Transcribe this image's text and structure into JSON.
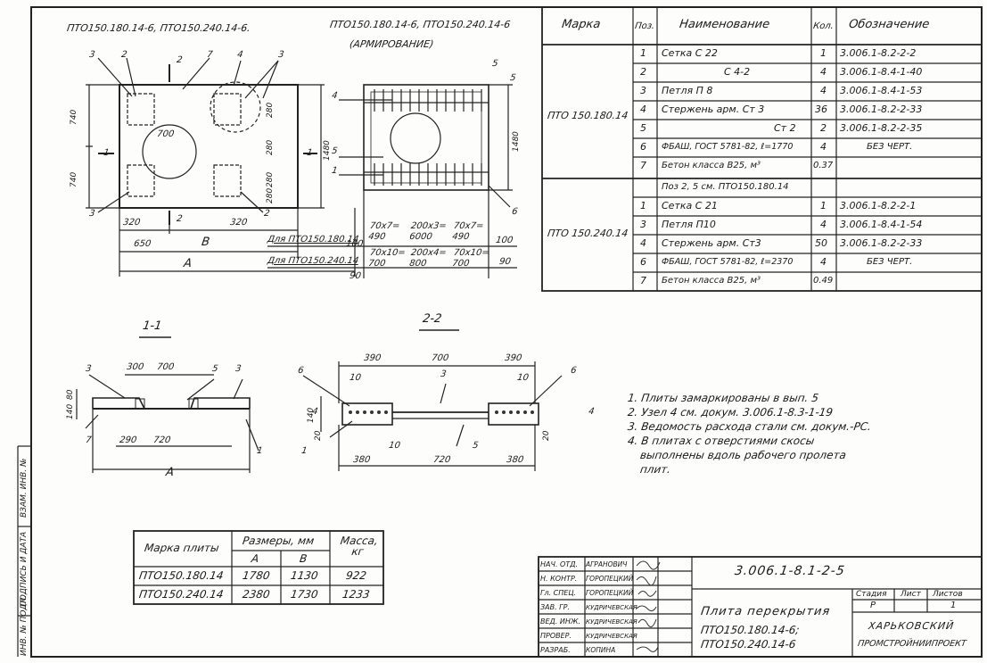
{
  "plan": {
    "title": "ПТО150.180.14-6, ПТО150.240.14-6.",
    "callouts": [
      "3",
      "2",
      "2",
      "7",
      "4",
      "3",
      "1",
      "1",
      "2",
      "3",
      "2"
    ],
    "dims": [
      "740",
      "740",
      "1480",
      "700",
      "320",
      "320",
      "650",
      "В",
      "А",
      "280",
      "280",
      "280",
      "280"
    ]
  },
  "arm": {
    "title": "ПТО150.180.14-6, ПТО150.240.14-6",
    "subtitle": "(АРМИРОВАНИЕ)",
    "callouts": [
      "4",
      "5",
      "1",
      "6",
      "5",
      "5"
    ],
    "height": "1480",
    "row1_label": "Для ПТО150.180.14",
    "row2_label": "Для ПТО150.240.14",
    "row1": [
      "70x7= 490",
      "200x3= 6000",
      "70x7= 490"
    ],
    "row2": [
      "70x10= 700",
      "200x4= 800",
      "70x10= 700"
    ],
    "ends": [
      "100",
      "100",
      "90",
      "90"
    ]
  },
  "spec": {
    "headers": [
      "Марка",
      "Поз.",
      "Наименование",
      "Кол.",
      "Обозначение"
    ],
    "groups": [
      {
        "mark": "ПТО 150.180.14",
        "rows": [
          [
            "1",
            "Сетка С 22",
            "1",
            "3.006.1-8.2-2-2"
          ],
          [
            "2",
            "С 4-2",
            "4",
            "3.006.1-8.4-1-40"
          ],
          [
            "3",
            "Петля П 8",
            "4",
            "3.006.1-8.4-1-53"
          ],
          [
            "4",
            "Стержень арм. Ст 3",
            "36",
            "3.006.1-8.2-2-33"
          ],
          [
            "5",
            "Ст 2",
            "2",
            "3.006.1-8.2-2-35"
          ],
          [
            "6",
            "ФБАШ, ГОСТ 5781-82, ℓ=1770",
            "4",
            "БЕЗ ЧЕРТ."
          ],
          [
            "7",
            "Бетон класса В25, м³",
            "0.37",
            ""
          ]
        ]
      },
      {
        "mark": "ПТО 150.240.14",
        "rows": [
          [
            "",
            "Поз 2, 5 см. ПТО150.180.14",
            "",
            ""
          ],
          [
            "1",
            "Сетка С 21",
            "1",
            "3.006.1-8.2-2-1"
          ],
          [
            "3",
            "Петля П10",
            "4",
            "3.006.1-8.4-1-54"
          ],
          [
            "4",
            "Стержень арм. Ст3",
            "50",
            "3.006.1-8.2-2-33"
          ],
          [
            "6",
            "ФБАШ, ГОСТ 5781-82, ℓ=2370",
            "4",
            "БЕЗ ЧЕРТ."
          ],
          [
            "7",
            "Бетон класса В25, м³",
            "0.49",
            ""
          ]
        ]
      }
    ]
  },
  "sec1": {
    "title": "1-1",
    "dims": [
      "300",
      "700",
      "290",
      "720",
      "А",
      "140",
      "80"
    ],
    "callouts": [
      "3",
      "5",
      "3",
      "7",
      "1"
    ]
  },
  "sec2": {
    "title": "2-2",
    "dims": [
      "390",
      "700",
      "390",
      "10",
      "10",
      "380",
      "720",
      "380",
      "10",
      "140",
      "20",
      "20"
    ],
    "callouts": [
      "6",
      "3",
      "6",
      "4",
      "4",
      "1",
      "5"
    ]
  },
  "notes": [
    "1. Плиты замаркированы в вып. 5",
    "2. Узел 4 см. докум. 3.006.1-8.3-1-19",
    "3. Ведомость расхода стали см. докум.-РС.",
    "4. В плитах с отверстиями скосы",
    "выполнены вдоль рабочего пролета",
    "плит."
  ],
  "mass_table": {
    "h_mark": "Марка плиты",
    "h_sizes": "Размеры, мм",
    "h_a": "А",
    "h_b": "В",
    "h_mass": "Масса, кг",
    "rows": [
      [
        "ПТО150.180.14",
        "1780",
        "1130",
        "922"
      ],
      [
        "ПТО150.240.14",
        "2380",
        "1730",
        "1233"
      ]
    ]
  },
  "stamp": {
    "code": "3.006.1-8.1-2-5",
    "roles": [
      "НАЧ. ОТД.",
      "Н. КОНТР.",
      "Гл. СПЕЦ.",
      "ЗАВ. ГР.",
      "ВЕД. ИНЖ.",
      "ПРОВЕР.",
      "РАЗРАБ."
    ],
    "names": [
      "АГРАНОВИЧ",
      "ГОРОПЕЦКИЙ",
      "ГОРОПЕЦКИЙ",
      "КУДРИЧЕВСКАЯ",
      "КУДРИЧЕВСКАЯ",
      "КУДРИЧЕВСКАЯ",
      "КОПИНА"
    ],
    "title_1": "Плита перекрытия",
    "title_2": "ПТО150.180.14-6;",
    "title_3": "ПТО150.240.14-6",
    "stage_h": "Стадия",
    "sheet_h": "Лист",
    "sheets_h": "Листов",
    "stage": "Р",
    "sheets": "1",
    "org_1": "ХАРЬКОВСКИЙ",
    "org_2": "ПРОМСТРОЙНИИПРОЕКТ"
  },
  "side_strip": [
    "ИНВ. № ПОДЛ.",
    "ПОДПИСЬ И ДАТА",
    "ВЗАМ. ИНВ. №"
  ]
}
